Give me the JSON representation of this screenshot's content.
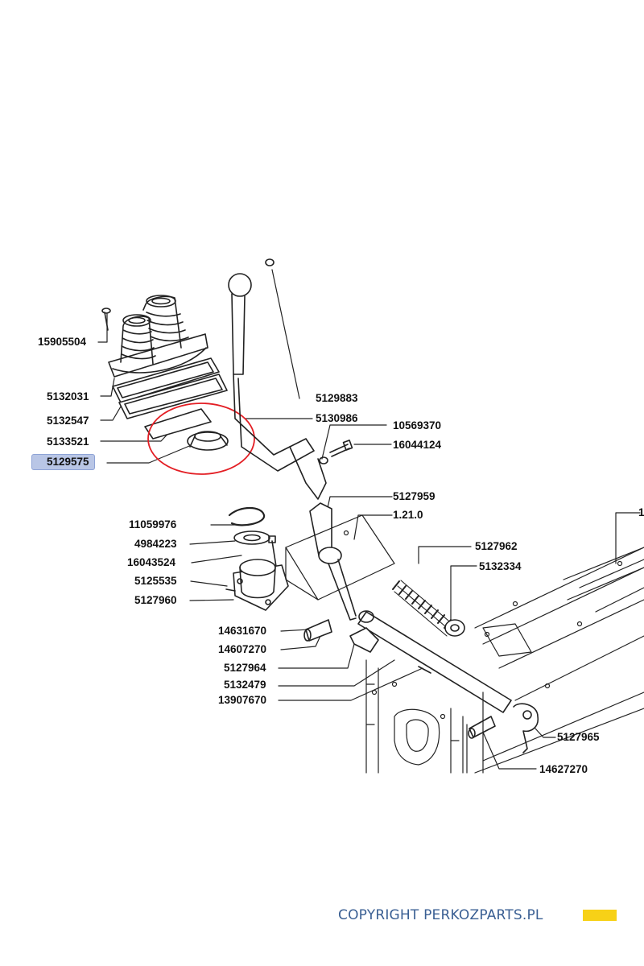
{
  "labels": {
    "p15905504": "15905504",
    "p5132031": "5132031",
    "p5132547": "5132547",
    "p5133521": "5133521",
    "p5129575": "5129575",
    "p5129883": "5129883",
    "p5130986": "5130986",
    "p10569370": "10569370",
    "p16044124": "16044124",
    "p5127959": "5127959",
    "p1_21_0": "1.21.0",
    "p11059976": "11059976",
    "p4984223": "4984223",
    "p16043524": "16043524",
    "p5125535": "5125535",
    "p5127960": "5127960",
    "p5127962": "5127962",
    "p5132334": "5132334",
    "p14631670": "14631670",
    "p14607270": "14607270",
    "p5127964": "5127964",
    "p5132479": "5132479",
    "p13907670": "13907670",
    "p5127965": "5127965",
    "p14627270": "14627270",
    "edge_1": "1"
  },
  "highlighted_part": "5129575",
  "footer": {
    "copyright": "COPYRIGHT PERKOZPARTS.PL"
  },
  "colors": {
    "line": "#222222",
    "highlight_fill": "#b9c6e6",
    "highlight_ring": "#e31e24",
    "copyright_text": "#3a5f93",
    "brand_bar": "#f7d117"
  }
}
